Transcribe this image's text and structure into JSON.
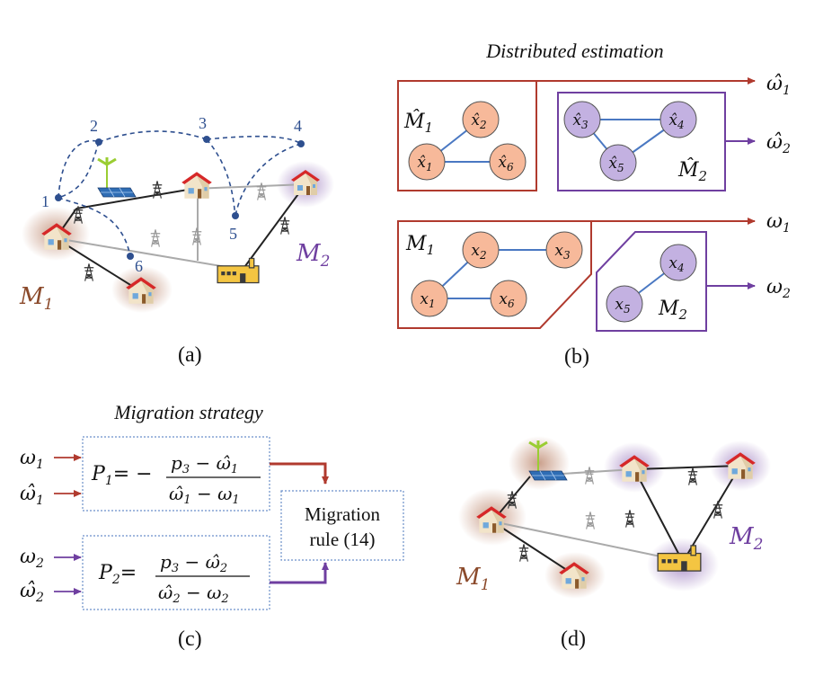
{
  "panel_a": {
    "caption": "(a)",
    "points": [
      "1",
      "2",
      "3",
      "4",
      "5",
      "6"
    ],
    "microgrid1": "M",
    "microgrid1_sub": "1",
    "microgrid2": "M",
    "microgrid2_sub": "2"
  },
  "panel_b": {
    "caption": "(b)",
    "title": "Distributed estimation",
    "est_group1_label": "M̂",
    "est_group1_sub": "1",
    "est_group2_label": "M̂",
    "est_group2_sub": "2",
    "true_group1_label": "M",
    "true_group1_sub": "1",
    "true_group2_label": "M",
    "true_group2_sub": "2",
    "est_nodes": [
      {
        "var": "x̂",
        "sub": "2"
      },
      {
        "var": "x̂",
        "sub": "1"
      },
      {
        "var": "x̂",
        "sub": "6"
      },
      {
        "var": "x̂",
        "sub": "3"
      },
      {
        "var": "x̂",
        "sub": "4"
      },
      {
        "var": "x̂",
        "sub": "5"
      }
    ],
    "true_nodes": [
      {
        "var": "x",
        "sub": "2"
      },
      {
        "var": "x",
        "sub": "3"
      },
      {
        "var": "x",
        "sub": "1"
      },
      {
        "var": "x",
        "sub": "6"
      },
      {
        "var": "x",
        "sub": "4"
      },
      {
        "var": "x",
        "sub": "5"
      }
    ],
    "outputs": [
      {
        "sym": "ω̂",
        "sub": "1"
      },
      {
        "sym": "ω̂",
        "sub": "2"
      },
      {
        "sym": "ω",
        "sub": "1"
      },
      {
        "sym": "ω",
        "sub": "2"
      }
    ]
  },
  "panel_c": {
    "caption": "(c)",
    "title": "Migration strategy",
    "inputs": [
      {
        "sym": "ω",
        "sub": "1"
      },
      {
        "sym": "ω̂",
        "sub": "1"
      },
      {
        "sym": "ω",
        "sub": "2"
      },
      {
        "sym": "ω̂",
        "sub": "2"
      }
    ],
    "formula1": {
      "lhs": "P",
      "lhs_sub": "1",
      "eq": "= −",
      "num": "p",
      "num_sub": "3",
      "num_minus": " − ",
      "num_sym": "ω̂",
      "num_sym_sub": "1",
      "den_sym": "ω̂",
      "den_sym_sub": "1",
      "den_minus": " − ",
      "den_sym2": "ω",
      "den_sym2_sub": "1"
    },
    "formula2": {
      "lhs": "P",
      "lhs_sub": "2",
      "eq": "=",
      "num": "p",
      "num_sub": "3",
      "num_minus": " − ",
      "num_sym": "ω̂",
      "num_sym_sub": "2",
      "den_sym": "ω̂",
      "den_sym_sub": "2",
      "den_minus": " − ",
      "den_sym2": "ω",
      "den_sym2_sub": "2"
    },
    "rule_line1": "Migration",
    "rule_line2": "rule (14)"
  },
  "panel_d": {
    "caption": "(d)",
    "microgrid1": "M",
    "microgrid1_sub": "1",
    "microgrid2": "M",
    "microgrid2_sub": "2"
  },
  "colors": {
    "red": "#b03a2e",
    "purple": "#6f3fa0",
    "blue": "#2e4f8f",
    "brown": "#8b4a2b",
    "node_orange": "#f7b99a",
    "node_purple": "#c3b1e1",
    "box_dotted": "#6b8fc9"
  }
}
